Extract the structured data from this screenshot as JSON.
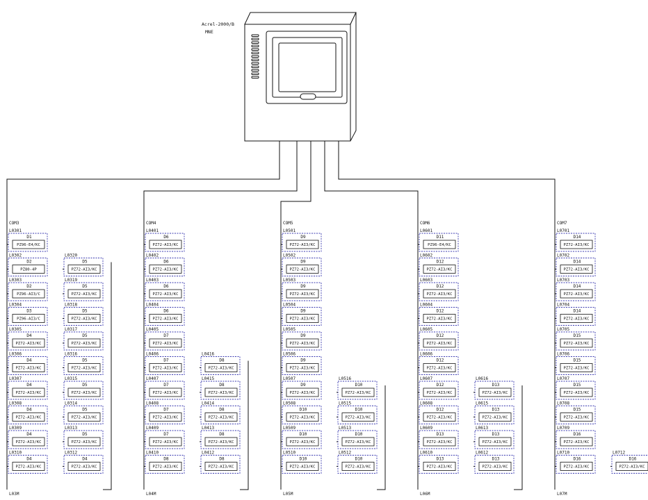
{
  "cabinet": {
    "model": "Acrel-2000/B",
    "tag": "MNE"
  },
  "buses": [
    {
      "port": "COM3",
      "tail": "L03M",
      "columns": [
        [
          [
            "L0301",
            "D1",
            "PZ96-E4/KC"
          ],
          [
            "L0302",
            "D2",
            "PZ80-4P"
          ],
          [
            "L0303",
            "D2",
            "PZ96-AI3/C"
          ],
          [
            "L0304",
            "D3",
            "PZ96-AI3/C"
          ],
          [
            "L0305",
            "D4",
            "PZ72-AI3/KC"
          ],
          [
            "L0306",
            "D4",
            "PZ72-AI3/KC"
          ],
          [
            "L0307",
            "D4",
            "PZ72-AI3/KC"
          ],
          [
            "L0308",
            "D4",
            "PZ72-AI3/KC"
          ],
          [
            "L0309",
            "D4",
            "PZ72-AI3/KC"
          ],
          [
            "L0310",
            "D4",
            "PZ72-AI3/KC"
          ]
        ],
        [
          [
            "L0320",
            "D5",
            "PZ72-AI3/KC"
          ],
          [
            "L0319",
            "D5",
            "PZ72-AI3/KC"
          ],
          [
            "L0318",
            "D5",
            "PZ72-AI3/KC"
          ],
          [
            "L0317",
            "D5",
            "PZ72-AI3/KC"
          ],
          [
            "L0316",
            "D5",
            "PZ72-AI3/KC"
          ],
          [
            "L0315",
            "D5",
            "PZ72-AI3/KC"
          ],
          [
            "L0314",
            "D5",
            "PZ72-AI3/KC"
          ],
          [
            "L0313",
            "D5",
            "PZ72-AI3/KC"
          ],
          [
            "L0312",
            "D4",
            "PZ72-AI3/KC"
          ]
        ]
      ]
    },
    {
      "port": "COM4",
      "tail": "L04M",
      "columns": [
        [
          [
            "L0401",
            "D6",
            "PZ72-AI3/KC"
          ],
          [
            "L0402",
            "D6",
            "PZ72-AI3/KC"
          ],
          [
            "L0403",
            "D6",
            "PZ72-AI3/KC"
          ],
          [
            "L0404",
            "D6",
            "PZ72-AI3/KC"
          ],
          [
            "L0405",
            "D7",
            "PZ72-AI3/KC"
          ],
          [
            "L0406",
            "D7",
            "PZ72-AI3/KC"
          ],
          [
            "L0407",
            "D7",
            "PZ72-AI3/KC"
          ],
          [
            "L0408",
            "D7",
            "PZ72-AI3/KC"
          ],
          [
            "L0409",
            "D7",
            "PZ72-AI3/KC"
          ],
          [
            "L0410",
            "D8",
            "PZ72-AI3/KC"
          ]
        ],
        [
          [
            "L0416",
            "D8",
            "PZ72-AI3/KC"
          ],
          [
            "L0415",
            "D8",
            "PZ72-AI3/KC"
          ],
          [
            "L0414",
            "D8",
            "PZ72-AI3/KC"
          ],
          [
            "L0413",
            "D8",
            "PZ72-AI3/KC"
          ],
          [
            "L0412",
            "D8",
            "PZ72-AI3/KC"
          ]
        ]
      ]
    },
    {
      "port": "COM5",
      "tail": "L05M",
      "columns": [
        [
          [
            "L0501",
            "D9",
            "PZ72-AI3/KC"
          ],
          [
            "L0502",
            "D9",
            "PZ72-AI3/KC"
          ],
          [
            "L0503",
            "D9",
            "PZ72-AI3/KC"
          ],
          [
            "L0504",
            "D9",
            "PZ72-AI3/KC"
          ],
          [
            "L0505",
            "D9",
            "PZ72-AI3/KC"
          ],
          [
            "L0506",
            "D9",
            "PZ72-AI3/KC"
          ],
          [
            "L0507",
            "D9",
            "PZ72-AI3/KC"
          ],
          [
            "L0508",
            "D10",
            "PZ72-AI3/KC"
          ],
          [
            "L0509",
            "D10",
            "PZ72-AI3/KC"
          ],
          [
            "L0510",
            "D10",
            "PZ72-AI3/KC"
          ]
        ],
        [
          [
            "L0516",
            "D10",
            "PZ72-AI3/KC"
          ],
          [
            "L0515",
            "D10",
            "PZ72-AI3/KC"
          ],
          [
            "L0513",
            "D10",
            "PZ72-AI3/KC"
          ],
          [
            "L0512",
            "D10",
            "PZ72-AI3/KC"
          ]
        ]
      ]
    },
    {
      "port": "COM6",
      "tail": "L06M",
      "columns": [
        [
          [
            "L0601",
            "D11",
            "PZ96-E4/KC"
          ],
          [
            "L0602",
            "D12",
            "PZ72-AI3/KC"
          ],
          [
            "L0603",
            "D12",
            "PZ72-AI3/KC"
          ],
          [
            "L0604",
            "D12",
            "PZ72-AI3/KC"
          ],
          [
            "L0605",
            "D12",
            "PZ72-AI3/KC"
          ],
          [
            "L0606",
            "D12",
            "PZ72-AI3/KC"
          ],
          [
            "L0607",
            "D12",
            "PZ72-AI3/KC"
          ],
          [
            "L0608",
            "D12",
            "PZ72-AI3/KC"
          ],
          [
            "L0609",
            "D13",
            "PZ72-AI3/KC"
          ],
          [
            "L0610",
            "D13",
            "PZ72-AI3/KC"
          ]
        ],
        [
          [
            "L0616",
            "D13",
            "PZ72-AI3/KC"
          ],
          [
            "L0615",
            "D13",
            "PZ72-AI3/KC"
          ],
          [
            "L0613",
            "D13",
            "PZ72-AI3/KC"
          ],
          [
            "L0612",
            "D13",
            "PZ72-AI3/KC"
          ]
        ]
      ]
    },
    {
      "port": "COM7",
      "tail": "L07M",
      "columns": [
        [
          [
            "L0701",
            "D14",
            "PZ72-AI3/KC"
          ],
          [
            "L0702",
            "D14",
            "PZ72-AI3/KC"
          ],
          [
            "L0703",
            "D14",
            "PZ72-AI3/KC"
          ],
          [
            "L0704",
            "D14",
            "PZ72-AI3/KC"
          ],
          [
            "L0705",
            "D15",
            "PZ72-AI3/KC"
          ],
          [
            "L0706",
            "D15",
            "PZ72-AI3/KC"
          ],
          [
            "L0707",
            "D15",
            "PZ72-AI3/KC"
          ],
          [
            "L0708",
            "D15",
            "PZ72-AI3/KC"
          ],
          [
            "L0709",
            "D16",
            "PZ72-AI3/KC"
          ],
          [
            "L0710",
            "D16",
            "PZ72-AI3/KC"
          ]
        ],
        [
          [
            "L0712",
            "D16",
            "PZ72-AI3/KC"
          ]
        ]
      ]
    }
  ]
}
